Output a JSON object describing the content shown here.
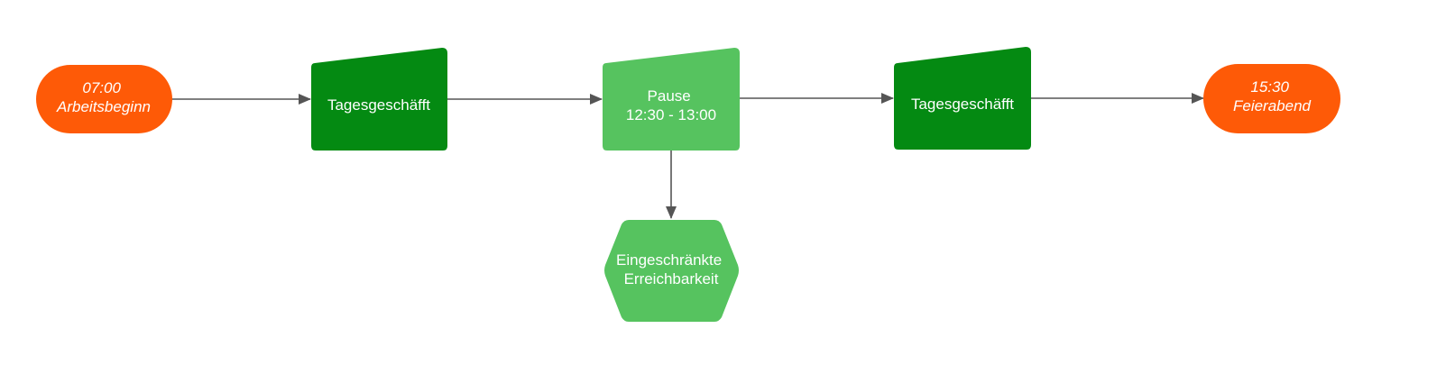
{
  "diagram": {
    "nodes": {
      "start": {
        "line1": "07:00",
        "line2": "Arbeitsbeginn",
        "shape": "terminator",
        "color": "#fe5a07"
      },
      "task1": {
        "label": "Tagesgeschäfft",
        "shape": "manual-input",
        "color": "#048a12"
      },
      "pause": {
        "line1": "Pause",
        "line2": "12:30 - 13:00",
        "shape": "manual-input",
        "color": "#56c35f"
      },
      "task2": {
        "label": "Tagesgeschäfft",
        "shape": "manual-input",
        "color": "#048a12"
      },
      "end": {
        "line1": "15:30",
        "line2": "Feierabend",
        "shape": "terminator",
        "color": "#fe5a07"
      },
      "limited": {
        "line1": "Eingeschränkte",
        "line2": "Erreichbarkeit",
        "shape": "hexagon",
        "color": "#56c35f"
      }
    },
    "edges": [
      {
        "from": "start",
        "to": "task1"
      },
      {
        "from": "task1",
        "to": "pause"
      },
      {
        "from": "pause",
        "to": "task2"
      },
      {
        "from": "task2",
        "to": "end"
      },
      {
        "from": "pause",
        "to": "limited"
      }
    ],
    "edge_color": "#555555"
  }
}
